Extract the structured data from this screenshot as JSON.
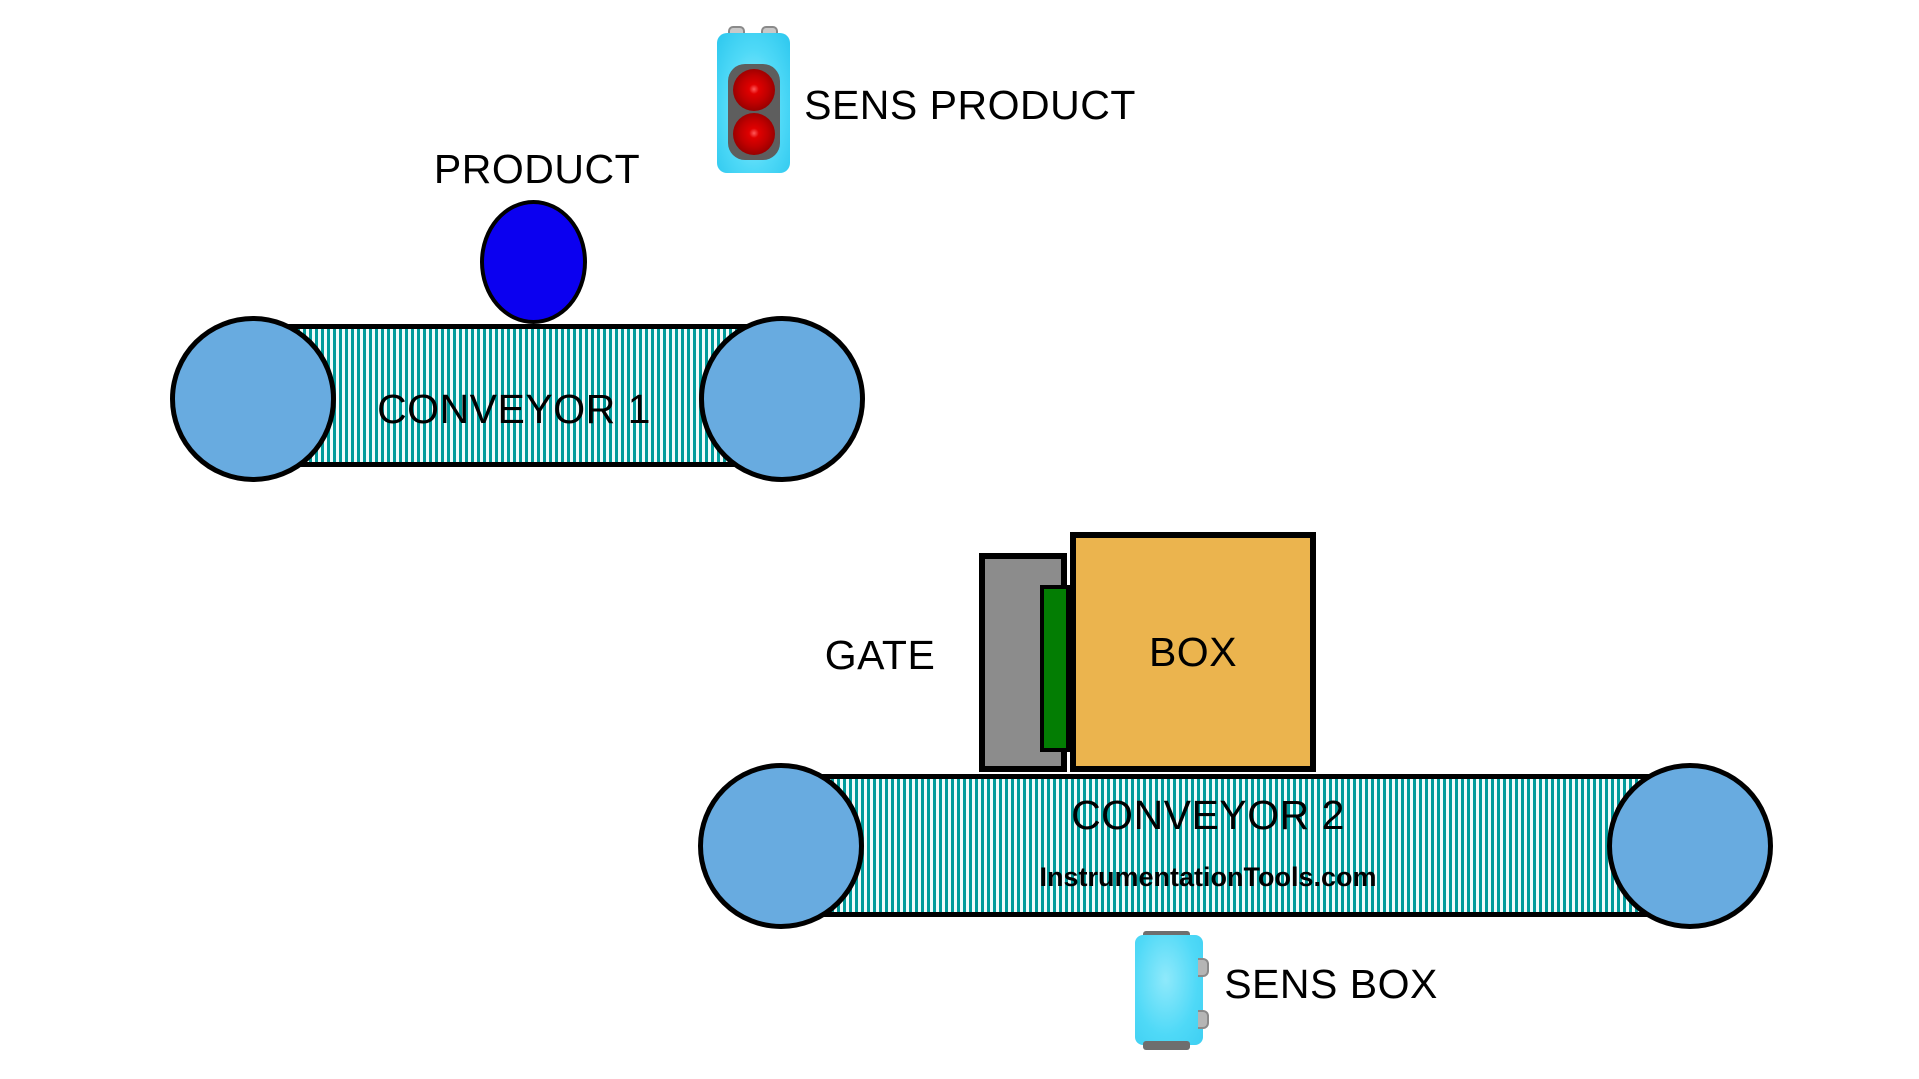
{
  "diagram": {
    "type": "plc-conveyor-simulation",
    "labels": {
      "sens_product": "SENS PRODUCT",
      "product": "PRODUCT",
      "conveyor1": "CONVEYOR 1",
      "gate": "GATE",
      "box": "BOX",
      "conveyor2": "CONVEYOR 2",
      "watermark": "InstrumentationTools.com",
      "sens_box": "SENS BOX"
    },
    "sensors": [
      {
        "id": "sens_product",
        "label": "SENS PRODUCT",
        "icon": "photoelectric-sensor-icon",
        "led_count": 2,
        "led_state": "red"
      },
      {
        "id": "sens_box",
        "label": "SENS BOX",
        "icon": "photoelectric-sensor-icon",
        "led_count": 0
      }
    ],
    "conveyors": [
      {
        "id": "conveyor1",
        "label": "CONVEYOR 1",
        "rollers": 2
      },
      {
        "id": "conveyor2",
        "label": "CONVEYOR 2",
        "rollers": 2,
        "watermark": "InstrumentationTools.com"
      }
    ],
    "objects": [
      {
        "id": "product",
        "label": "PRODUCT",
        "shape": "ellipse"
      },
      {
        "id": "gate",
        "label": "GATE",
        "shape": "frame-with-door"
      },
      {
        "id": "box",
        "label": "BOX",
        "shape": "rectangle"
      }
    ],
    "colors": {
      "belt_stripe": "#009b9b",
      "belt_stripe_light": "#f0fbfb",
      "roller": "#68abe0",
      "product": "#0b00f0",
      "box": "#ebb44e",
      "gate_gray": "#8c8c8c",
      "gate_green": "#037d03",
      "sensor_body": "#4fd9f7",
      "sensor_led": "#c00000",
      "outline": "#000000"
    }
  }
}
